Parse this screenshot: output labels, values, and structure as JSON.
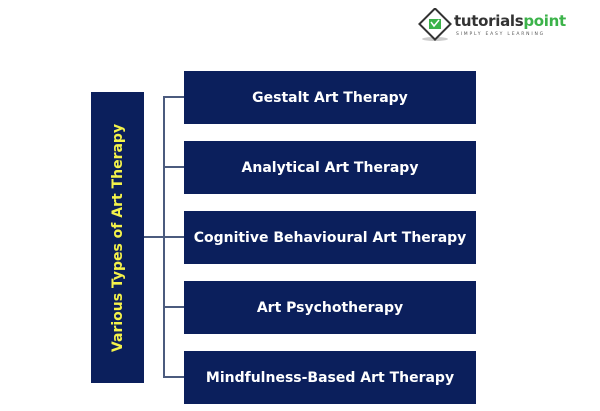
{
  "logo": {
    "name_part1": "tutorials",
    "name_part2": "point",
    "tagline": "SIMPLY EASY LEARNING"
  },
  "diagram": {
    "root": "Various Types of Art Therapy",
    "children": [
      "Gestalt Art Therapy",
      "Analytical Art Therapy",
      "Cognitive Behavioural Art Therapy",
      "Art Psychotherapy",
      "Mindfulness-Based Art Therapy"
    ]
  },
  "colors": {
    "box": "#0b1f5c",
    "root_text": "#f4f24a",
    "connector": "#4b5b7e"
  }
}
